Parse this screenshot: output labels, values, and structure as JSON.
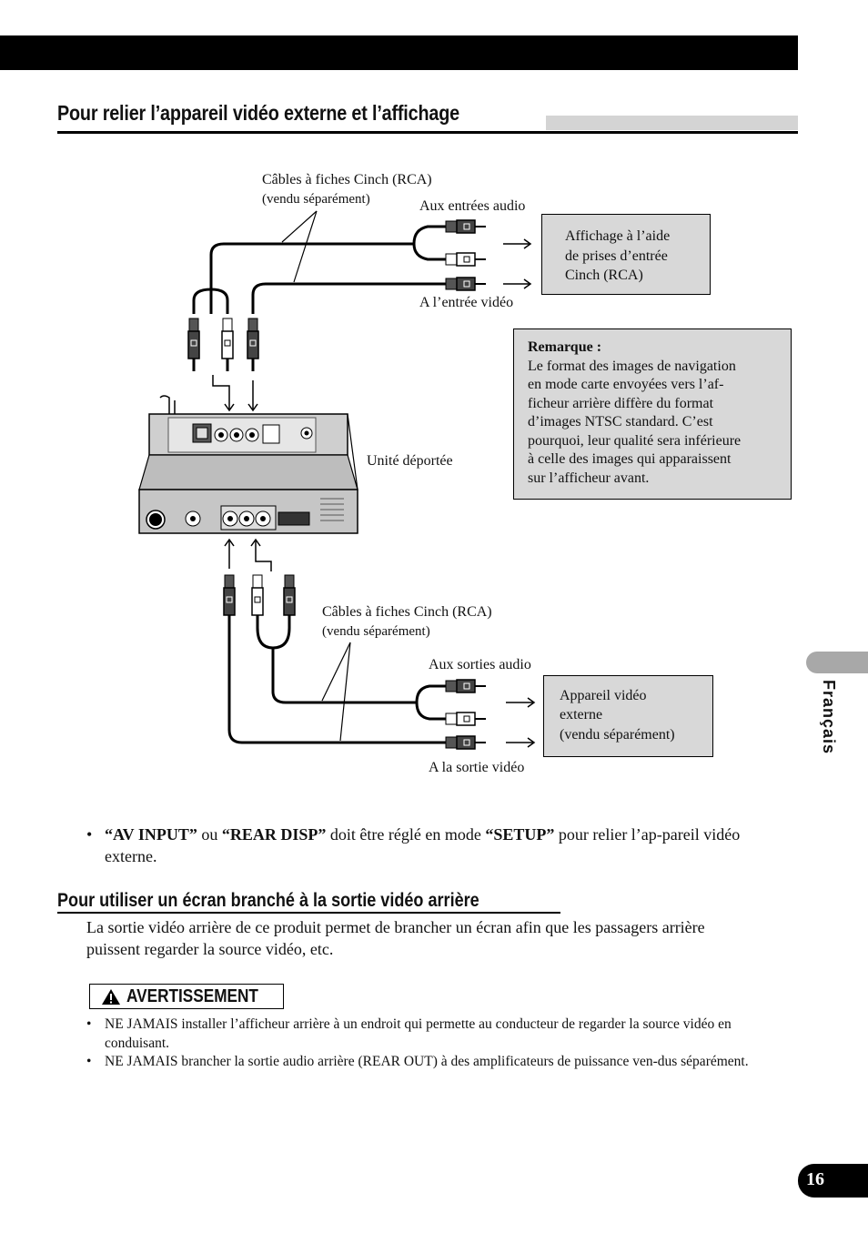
{
  "header": {
    "title": "Pour relier l’appareil vidéo externe et l’affichage"
  },
  "diagram": {
    "top_cables_label": [
      "Câbles à fiches Cinch (RCA)",
      "(vendu séparément)"
    ],
    "aux_inputs_audio": "Aux entrées audio",
    "display_box": [
      "Affichage à l’aide",
      "de prises d’entrée",
      "Cinch (RCA)"
    ],
    "video_input": "A l’entrée vidéo",
    "remote_unit": "Unité déportée",
    "bottom_cables_label": [
      "Câbles à fiches Cinch (RCA)",
      "(vendu séparément)"
    ],
    "aux_outputs_audio": "Aux sorties audio",
    "external_box": [
      "Appareil vidéo",
      "externe",
      "(vendu séparément)"
    ],
    "video_output": "A la sortie vidéo"
  },
  "note": {
    "title": "Remarque :",
    "lines": [
      "Le format des images de navigation",
      "en mode carte envoyées vers l’af-",
      "ficheur arrière diffère du format",
      "d’images NTSC standard. C’est",
      "pourquoi, leur qualité sera inférieure",
      "à celle des images qui apparaissent",
      "sur l’afficheur avant."
    ]
  },
  "bullet": {
    "mark": "•",
    "av_input": "“AV INPUT”",
    "or": " ou ",
    "rear_disp": "“REAR DISP”",
    "middle": " doit être réglé en mode ",
    "setup": "“SETUP”",
    "end": " pour relier l’ap-pareil vidéo externe."
  },
  "section2": {
    "title": "Pour utiliser un écran branché à la sortie vidéo arrière",
    "paragraph": "La sortie vidéo arrière de ce produit permet de brancher un écran afin que les passagers arrière puissent regarder la source vidéo, etc."
  },
  "warning": {
    "label": "AVERTISSEMENT",
    "items": [
      "NE JAMAIS installer l’afficheur arrière à un endroit qui permette au conducteur de regarder la source vidéo en conduisant.",
      "NE JAMAIS brancher la sortie audio arrière (REAR OUT) à des amplificateurs de puissance ven-dus séparément."
    ]
  },
  "side": {
    "language": "Français"
  },
  "page": {
    "number": "16"
  }
}
